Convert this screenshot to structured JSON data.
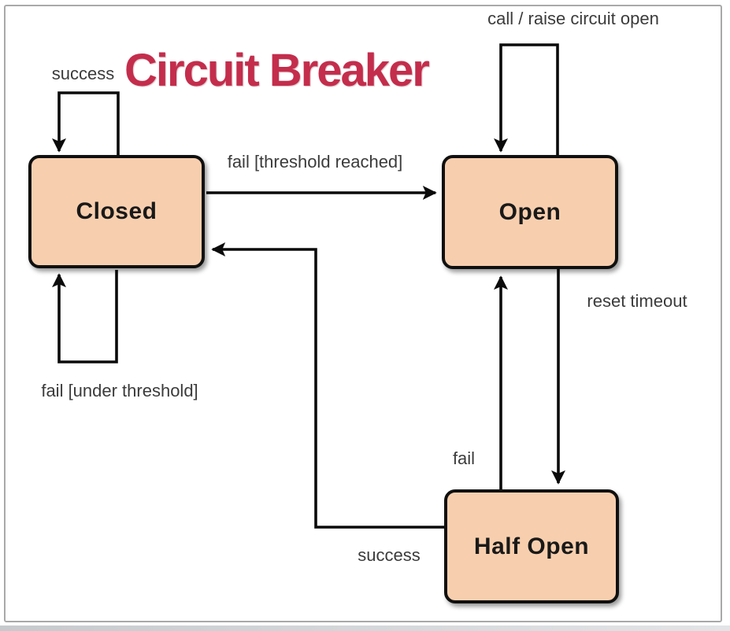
{
  "title": {
    "text": "Circuit Breaker",
    "color": "#c42d4c"
  },
  "diagram": {
    "type": "state-machine",
    "states": [
      {
        "id": "closed",
        "label": "Closed"
      },
      {
        "id": "open",
        "label": "Open"
      },
      {
        "id": "half_open",
        "label": "Half Open"
      }
    ],
    "transitions": [
      {
        "id": "success_self_closed",
        "from": "Closed",
        "to": "Closed",
        "label": "success"
      },
      {
        "id": "fail_under_threshold",
        "from": "Closed",
        "to": "Closed",
        "label": "fail [under threshold]"
      },
      {
        "id": "fail_threshold_reached",
        "from": "Closed",
        "to": "Open",
        "label": "fail [threshold reached]"
      },
      {
        "id": "call_raise_circuit_open",
        "from": "Open",
        "to": "Open",
        "label": "call / raise circuit open"
      },
      {
        "id": "reset_timeout",
        "from": "Open",
        "to": "Half Open",
        "label": "reset timeout"
      },
      {
        "id": "fail",
        "from": "Half Open",
        "to": "Open",
        "label": "fail"
      },
      {
        "id": "success_return",
        "from": "Half Open",
        "to": "Closed",
        "label": "success"
      }
    ],
    "colors": {
      "state_fill": "#f8cfae",
      "state_border": "#101010",
      "line": "#0b0b0b",
      "edge_label_text": "#3b3b3b",
      "state_label_text": "#191919",
      "frame_border": "#a9a9a9"
    }
  }
}
